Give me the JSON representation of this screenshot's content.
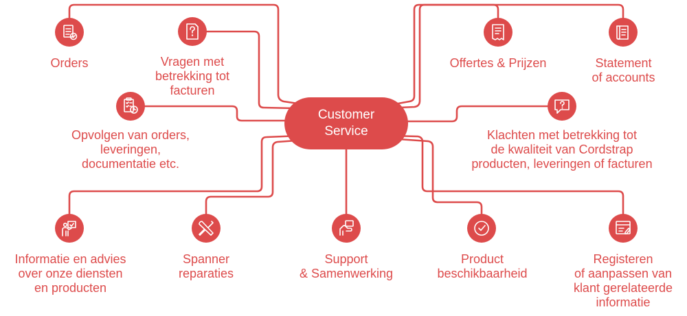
{
  "center": {
    "line1": "Customer",
    "line2": "Service"
  },
  "nodes": [
    {
      "id": "orders",
      "label": "Orders",
      "icon": "document-check-icon"
    },
    {
      "id": "vragen",
      "label": "Vragen met\nbetrekking tot\nfacturen",
      "icon": "question-document-icon"
    },
    {
      "id": "opvolgen",
      "label": "Opvolgen van orders,\nleveringen,\ndocumentatie etc.",
      "icon": "clipboard-clock-icon"
    },
    {
      "id": "offertes",
      "label": "Offertes & Prijzen",
      "icon": "receipt-icon"
    },
    {
      "id": "statement",
      "label": "Statement\nof accounts",
      "icon": "ledger-scroll-icon"
    },
    {
      "id": "klachten",
      "label": "Klachten met betrekking tot\nde kwaliteit van Cordstrap\nproducten, leveringen of facturen",
      "icon": "question-speech-icon"
    },
    {
      "id": "informatie",
      "label": "Informatie en advies\nover onze diensten\nen producten",
      "icon": "presenter-board-icon"
    },
    {
      "id": "spanner",
      "label": "Spanner\nreparaties",
      "icon": "wrench-screwdriver-icon"
    },
    {
      "id": "support",
      "label": "Support\n& Samenwerking",
      "icon": "handshake-chat-icon"
    },
    {
      "id": "beschikbaarheid",
      "label": "Product\nbeschikbaarheid",
      "icon": "check-badge-icon"
    },
    {
      "id": "registeren",
      "label": "Registeren\nof aanpassen van\nklant gerelateerde\ninformatie",
      "icon": "form-edit-icon"
    }
  ],
  "colors": {
    "accent": "#dd4b4b",
    "background": "#ffffff"
  }
}
